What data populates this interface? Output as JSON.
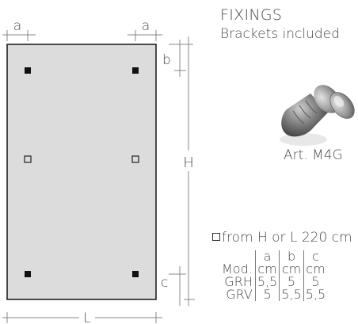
{
  "dimensions": {
    "a_left": "a",
    "a_right": "a",
    "b": "b",
    "c": "c",
    "H": "H",
    "L": "L"
  },
  "fixings": {
    "title": "FIXINGS",
    "subtitle": "Brackets included",
    "article": "Art. M4G",
    "note": "from H or L 220 cm"
  },
  "table": {
    "header_label": "Mod.",
    "columns": [
      {
        "letter": "a",
        "unit": "cm"
      },
      {
        "letter": "b",
        "unit": "cm"
      },
      {
        "letter": "c",
        "unit": "cm"
      }
    ],
    "rows": [
      {
        "model": "GRH",
        "values": [
          "5,5",
          "5",
          "5"
        ]
      },
      {
        "model": "GRV",
        "values": [
          "5",
          "5,5",
          "5,5"
        ]
      }
    ]
  },
  "colors": {
    "panel_fill": "#dcdcdc",
    "outline": "#222222",
    "dimension_line": "#888888",
    "text": "#4a4a4a"
  }
}
